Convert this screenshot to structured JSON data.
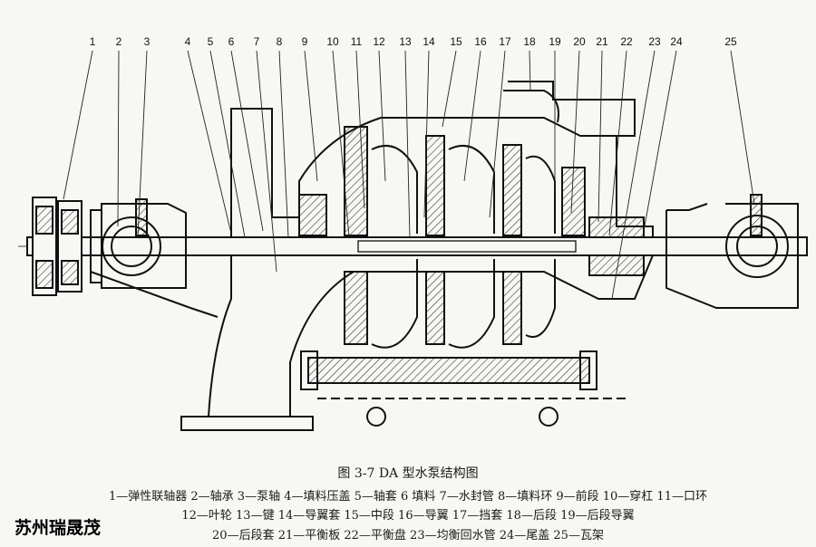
{
  "figure": {
    "caption": "图 3-7   DA 型水泵结构图",
    "part_labels": [
      "1",
      "2",
      "3",
      "4",
      "5",
      "6",
      "7",
      "8",
      "9",
      "10",
      "11",
      "12",
      "13",
      "14",
      "15",
      "16",
      "17",
      "18",
      "19",
      "20",
      "21",
      "22",
      "23",
      "24",
      "25"
    ],
    "legend_lines": [
      "1—弹性联轴器  2—轴承  3—泵轴  4—填料压盖  5—轴套  6 填料  7—水封管  8—填料环  9—前段  10—穿杠  11—口环",
      "12—叶轮  13—键  14—导翼套  15—中段  16—导翼  17—挡套  18—后段  19—后段导翼",
      "20—后段套  21—平衡板  22—平衡盘  23—均衡回水管  24—尾盖  25—瓦架"
    ]
  },
  "watermark": "苏州瑞晟茂"
}
